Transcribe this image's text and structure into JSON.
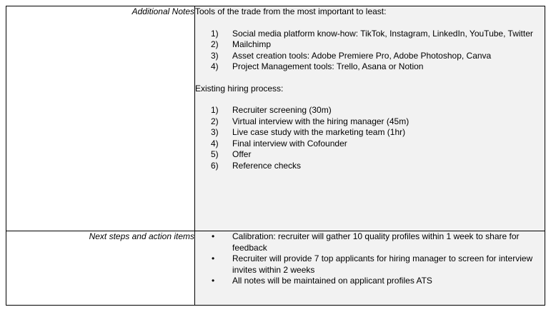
{
  "table": {
    "rows": [
      {
        "label": "Additional Notes",
        "sections": [
          {
            "heading": "Tools of the trade from the most important to least:",
            "list_type": "numbered",
            "items": [
              {
                "marker": "1)",
                "text": "Social media platform know-how: TikTok, Instagram, LinkedIn, YouTube, Twitter"
              },
              {
                "marker": "2)",
                "text": "Mailchimp"
              },
              {
                "marker": "3)",
                "text": "Asset creation tools: Adobe Premiere Pro, Adobe Photoshop, Canva"
              },
              {
                "marker": "4)",
                "text": "Project Management tools: Trello, Asana or Notion"
              }
            ]
          },
          {
            "heading": "Existing hiring process:",
            "list_type": "numbered",
            "items": [
              {
                "marker": "1)",
                "text": "Recruiter screening (30m)"
              },
              {
                "marker": "2)",
                "text": "Virtual interview with the hiring manager (45m)"
              },
              {
                "marker": "3)",
                "text": "Live case study with the marketing team (1hr)"
              },
              {
                "marker": "4)",
                "text": "Final interview with Cofounder"
              },
              {
                "marker": "5)",
                "text": "Offer"
              },
              {
                "marker": "6)",
                "text": "Reference checks"
              }
            ]
          }
        ]
      },
      {
        "label": "Next steps and action items",
        "sections": [
          {
            "heading": "",
            "list_type": "bulleted",
            "items": [
              {
                "marker": "•",
                "text": "Calibration: recruiter will gather 10 quality profiles within 1 week to share for feedback"
              },
              {
                "marker": "•",
                "text": "Recruiter will provide 7 top applicants for hiring manager to screen for interview invites within 2 weeks"
              },
              {
                "marker": "•",
                "text": "All notes will be maintained on applicant profiles ATS"
              }
            ]
          }
        ]
      }
    ]
  },
  "colors": {
    "content_background": "#f2f2f2",
    "label_background": "#ffffff",
    "border": "#000000",
    "text": "#000000"
  }
}
